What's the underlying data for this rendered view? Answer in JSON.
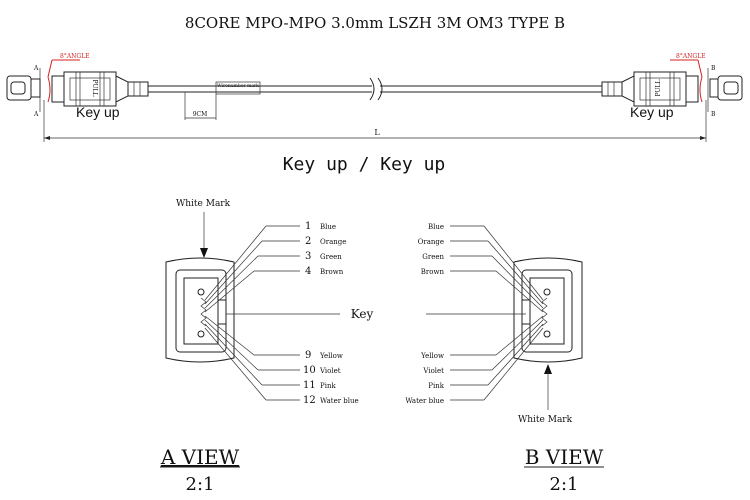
{
  "header": {
    "title": "8CORE MPO-MPO 3.0mm LSZH 3M OM3 TYPE B"
  },
  "cable": {
    "angle_left": "8°ANGLE",
    "angle_right": "8°ANGLE",
    "key_up_left": "Key up",
    "key_up_right": "Key up",
    "pull_left": "PULL",
    "pull_right": "PULL",
    "wire_mark": "Wirenumber mark",
    "dim_9cm": "9CM",
    "dim_L": "L",
    "end_a": "A",
    "end_b": "B",
    "orientation": "Key up / Key up"
  },
  "a_view": {
    "white_mark": "White Mark",
    "fibers": [
      {
        "num": "1",
        "color": "Blue"
      },
      {
        "num": "2",
        "color": "Orange"
      },
      {
        "num": "3",
        "color": "Green"
      },
      {
        "num": "4",
        "color": "Brown"
      },
      {
        "num": "9",
        "color": "Yellow"
      },
      {
        "num": "10",
        "color": "Violet"
      },
      {
        "num": "11",
        "color": "Pink"
      },
      {
        "num": "12",
        "color": "Water blue"
      }
    ],
    "title": "A VIEW",
    "scale": "2:1"
  },
  "key_label": "Key",
  "b_view": {
    "white_mark": "White Mark",
    "fibers": [
      "Blue",
      "Orange",
      "Green",
      "Brown",
      "Yellow",
      "Violet",
      "Pink",
      "Water blue"
    ],
    "title": "B VIEW",
    "scale": "2:1"
  }
}
